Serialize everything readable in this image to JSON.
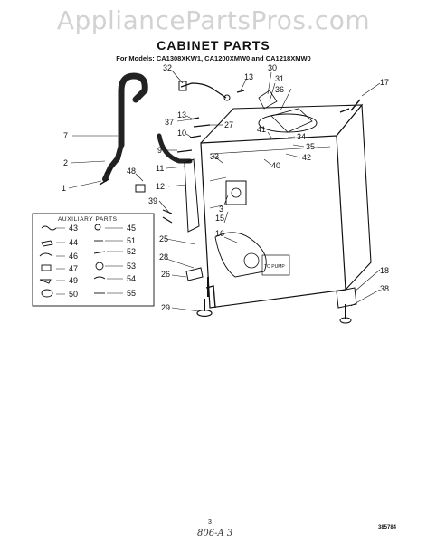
{
  "watermark": "AppliancePartsPros.com",
  "title": "CABINET PARTS",
  "subtitle": "For Models: CA1308XKW1, CA1200XMW0 and CA1218XMW0",
  "aux_title": "AUXILIARY PARTS",
  "callouts": [
    "32",
    "13",
    "30",
    "31",
    "36",
    "17",
    "7",
    "37",
    "27",
    "13",
    "10",
    "41",
    "34",
    "35",
    "42",
    "33",
    "9",
    "11",
    "40",
    "2",
    "48",
    "1",
    "12",
    "39",
    "3",
    "15",
    "16",
    "25",
    "28",
    "26",
    "29",
    "18",
    "38",
    "43",
    "45",
    "44",
    "51",
    "46",
    "52",
    "47",
    "53",
    "49",
    "54",
    "50",
    "55"
  ],
  "panel_label": "TO PUMP",
  "footer_page": "3",
  "footer_handwritten": "806-A 3",
  "footer_code": "385784"
}
